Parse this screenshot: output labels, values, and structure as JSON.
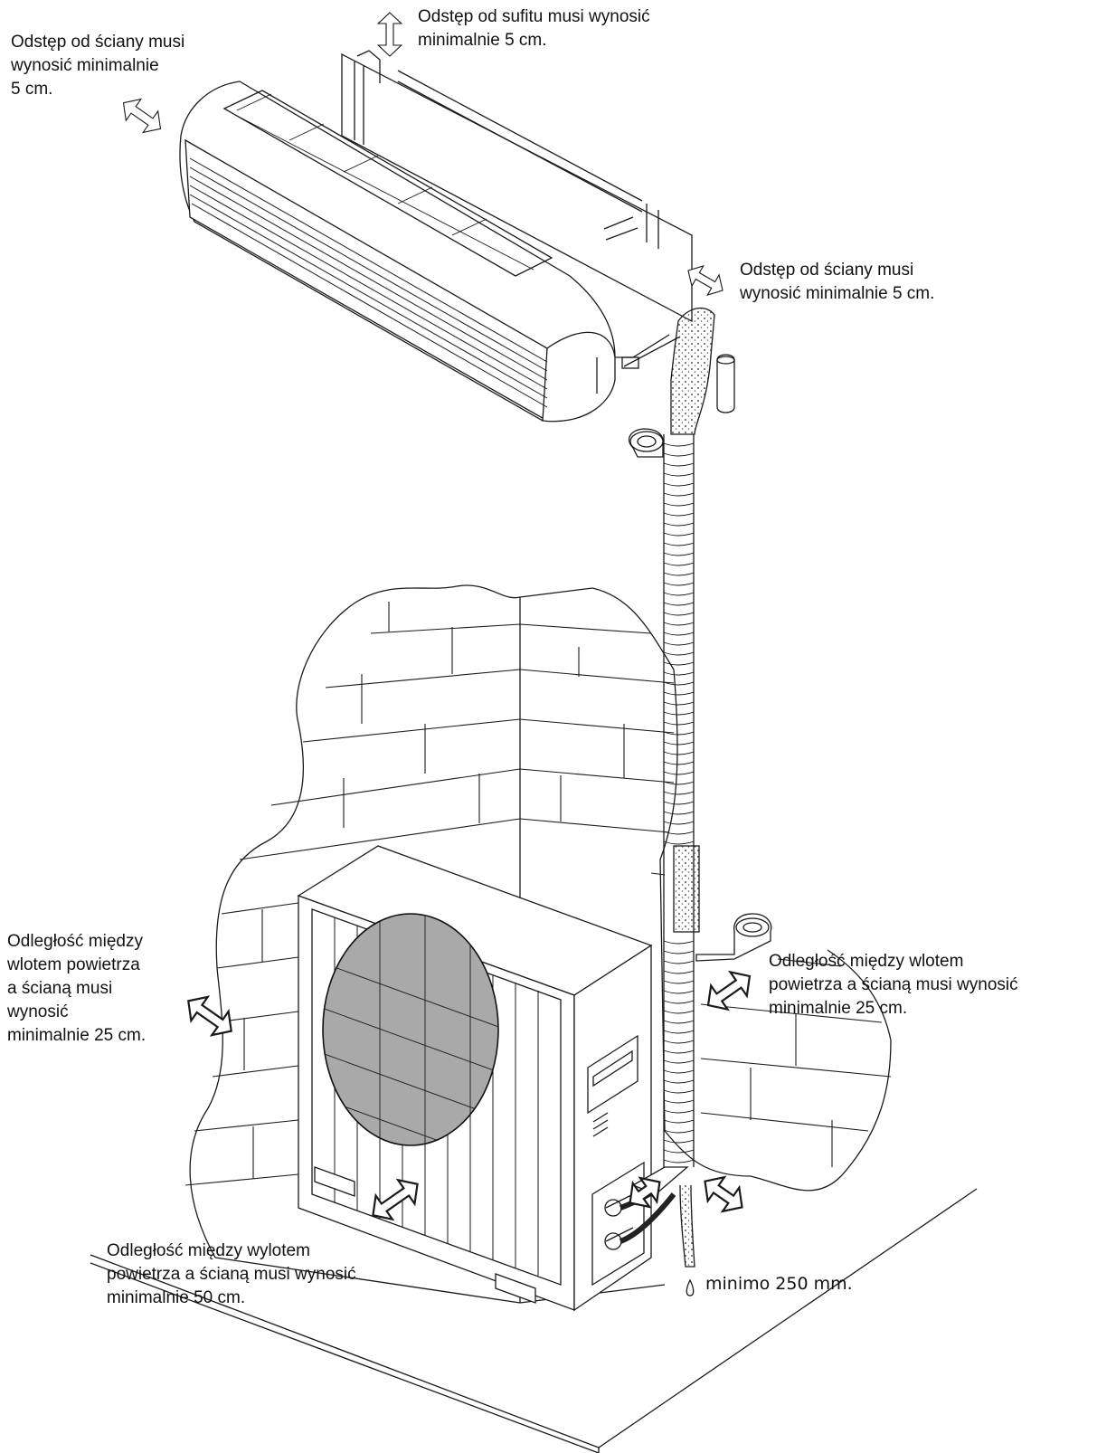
{
  "colors": {
    "line": "#1a1a1a",
    "fan_fill": "#a9a9a9",
    "insulation_dots": "#555555"
  },
  "labels": {
    "wall_top_left": [
      "Odstęp od ściany musi",
      "wynosić minimalnie",
      "5 cm."
    ],
    "ceiling": [
      "Odstęp od sufitu musi wynosić",
      "minimalnie 5 cm."
    ],
    "wall_right": [
      "Odstęp od ściany musi",
      "wynosić minimalnie 5 cm."
    ],
    "inlet_left": [
      "Odległość między",
      "wlotem powietrza",
      "a ścianą musi",
      "wynosić",
      "minimalnie  25 cm."
    ],
    "inlet_right": [
      "Odległość między wlotem",
      "powietrza a ścianą musi wynosić",
      "minimalnie  25 cm."
    ],
    "outlet": [
      "Odległość między wylotem",
      "powietrza a ścianą musi wynosić",
      "minimalnie 50 cm."
    ],
    "drain": [
      "minimo 250 mm."
    ]
  },
  "icons": [
    "double-arrow-icon",
    "water-drop-icon"
  ]
}
